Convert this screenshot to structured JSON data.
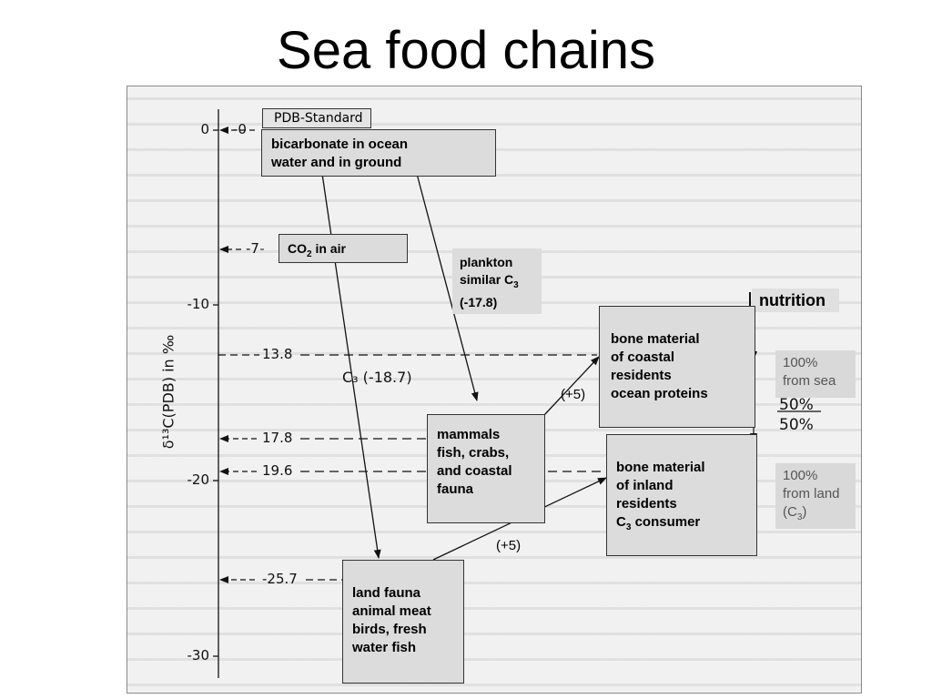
{
  "title": "Sea food chains",
  "axis": {
    "label": "δ¹³C(PDB) in ‰",
    "ticks": [
      "0",
      "-10",
      "-20",
      "-30"
    ],
    "markers": [
      "-0",
      "-7",
      "13.8",
      "17.8",
      "19.6",
      "-25.7"
    ]
  },
  "boxes": {
    "pdb_standard": "PDB-Standard",
    "bicarbonate_line1": "bicarbonate in ocean",
    "bicarbonate_line2": "water and in ground",
    "co2_main": "CO",
    "co2_sub": "2",
    "co2_rest": " in air",
    "plankton_line1": "plankton",
    "plankton_line2_main": "similar C",
    "plankton_line2_sub": "3",
    "plankton_line3": "(-17.8)",
    "mammals_line1": "mammals",
    "mammals_line2": "fish, crabs,",
    "mammals_line3": "and coastal",
    "mammals_line4": "fauna",
    "land_line1": "land fauna",
    "land_line2": "animal meat",
    "land_line3": "birds, fresh",
    "land_line4": "water fish",
    "coastal_line1": "bone material",
    "coastal_line2": "of coastal",
    "coastal_line3": "residents",
    "coastal_line4": "ocean proteins",
    "inland_line1": "bone material",
    "inland_line2": "of inland",
    "inland_line3": "residents",
    "inland_line4_main": "C",
    "inland_line4_sub": "3",
    "inland_line4_rest": " consumer"
  },
  "labels": {
    "c3_path": "C₃ (-18.7)",
    "shift_upper": "(+5)",
    "shift_lower": "(+5)",
    "nutrition": "nutrition",
    "share_top": "50%",
    "share_bottom": "50%"
  },
  "share_boxes": {
    "sea_line1": "100%",
    "sea_line2": "from sea",
    "land_line1": "100%",
    "land_line2": "from land",
    "land_line3_main": "(C",
    "land_line3_sub": "3",
    "land_line3_rest": ")"
  },
  "colors": {
    "box_fill": "#dcdcdc",
    "figure_bg": "#f1f1f1",
    "share_fill": "#d9d9d9"
  }
}
